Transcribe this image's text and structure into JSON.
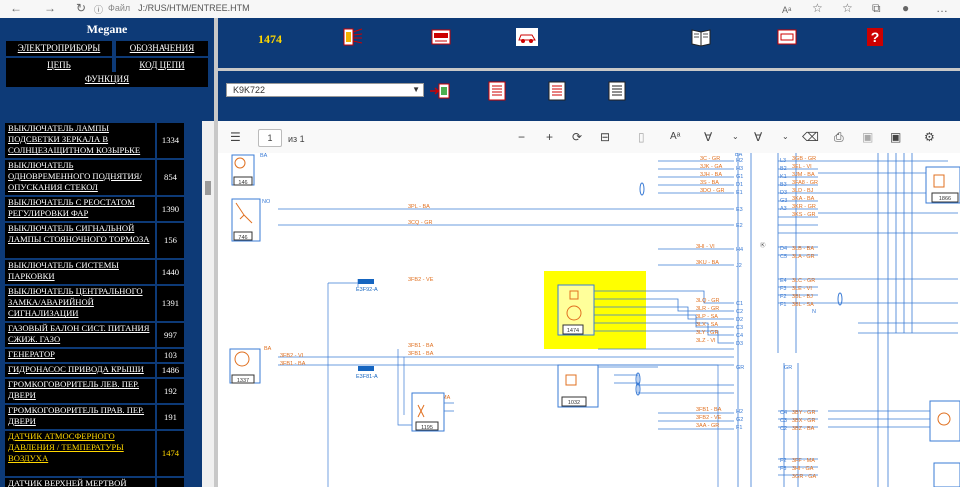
{
  "browser": {
    "file_label": "Файл",
    "url": "J:/RUS/HTM/ENTREE.HTM"
  },
  "left_panel": {
    "title": "Megane",
    "buttons": [
      {
        "label": "ЭЛЕКТРОПРИБОРЫ"
      },
      {
        "label": "ОБОЗНАЧЕНИЯ"
      },
      {
        "label": "ЦЕПЬ"
      },
      {
        "label": "КОД ЦЕПИ"
      },
      {
        "label": "ФУНКЦИЯ"
      }
    ]
  },
  "top_right": {
    "number": "1474"
  },
  "engine_select": {
    "value": "K9K722"
  },
  "list": [
    {
      "label": "ВЫКЛЮЧАТЕЛЬ ЛАМПЫ ПОДСВЕТКИ ЗЕРКАЛА В СОЛНЦЕЗАЩИТНОМ КОЗЫРЬКЕ",
      "num": "1334"
    },
    {
      "label": "ВЫКЛЮЧАТЕЛЬ ОДНОВРЕМЕННОГО ПОДНЯТИЯ/ ОПУСКАНИЯ СТЕКОЛ",
      "num": "854"
    },
    {
      "label": "ВЫКЛЮЧАТЕЛЬ С РЕОСТАТОМ РЕГУЛИРОВКИ ФАР",
      "num": "1390"
    },
    {
      "label": "ВЫКЛЮЧАТЕЛЬ СИГНАЛЬНОЙ ЛАМПЫ СТОЯНОЧНОГО ТОРМОЗА",
      "num": "156"
    },
    {
      "label": "ВЫКЛЮЧАТЕЛЬ СИСТЕМЫ ПАРКОВКИ",
      "num": "1440"
    },
    {
      "label": "ВЫКЛЮЧАТЕЛЬ ЦЕНТРАЛЬНОГО ЗАМКА/АВАРИЙНОЙ СИГНАЛИЗАЦИИ",
      "num": "1391"
    },
    {
      "label": "ГАЗОВЫЙ БАЛОН СИСТ. ПИТАНИЯ СЖИЖ. ГАЗО",
      "num": "997"
    },
    {
      "label": "ГЕНЕРАТОР",
      "num": "103"
    },
    {
      "label": "ГИДРОНАСОС ПРИВОДА КРЫШИ",
      "num": "1486"
    },
    {
      "label": "ГРОМКОГОВОРИТЕЛЬ ЛЕВ. ПЕР. ДВЕРИ",
      "num": "192"
    },
    {
      "label": "ГРОМКОГОВОРИТЕЛЬ ПРАВ. ПЕР. ДВЕРИ",
      "num": "191"
    },
    {
      "label": "ДАТЧИК АТМОСФЕРНОГО ДАВЛЕНИЯ / ТЕМПЕРАТУРЫ ВОЗДУХА",
      "num": "1474"
    },
    {
      "label": "ДАТЧИК ВЕРХНЕЙ МЕРТВОЙ",
      "num": ""
    }
  ],
  "pdf_toolbar": {
    "page": "1",
    "of": "из 1"
  },
  "diagram": {
    "highlight_component": "1474",
    "components": [
      {
        "id": "146"
      },
      {
        "id": "746"
      },
      {
        "id": "1337"
      },
      {
        "id": "1195"
      },
      {
        "id": "1032"
      },
      {
        "id": "1474"
      },
      {
        "id": "1866"
      }
    ],
    "connectors": [
      {
        "label": "E3F92-A"
      },
      {
        "label": "E3F81-A"
      }
    ]
  },
  "colors": {
    "nav_blue": "#0d3a77",
    "highlight_yellow": "#ffff00",
    "wire_blue": "#3a7bd5",
    "wire_orange": "#e07020",
    "active_yellow": "#ffd700"
  }
}
